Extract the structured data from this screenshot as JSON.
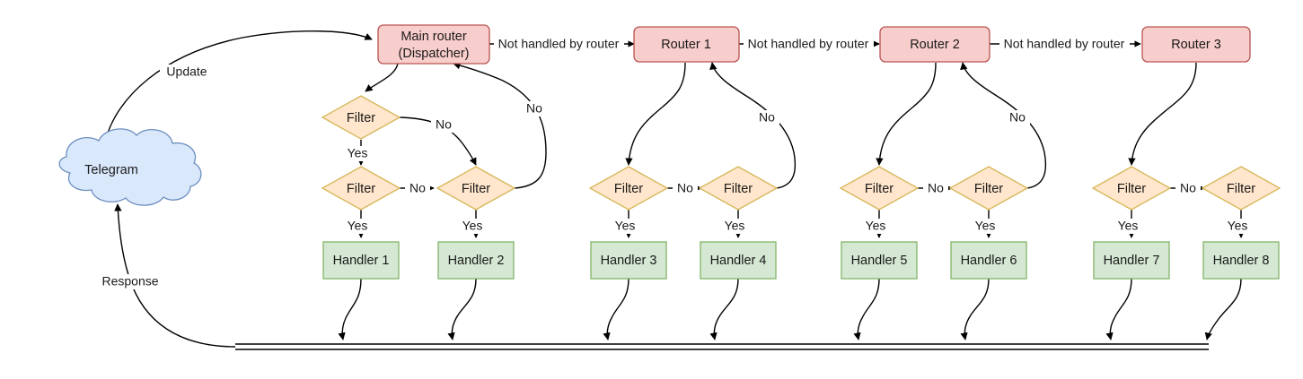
{
  "diagram": {
    "title": "Telegram bot update routing flow",
    "colors": {
      "router_fill": "#f8cecc",
      "router_stroke": "#b85450",
      "handler_fill": "#d5e8d4",
      "handler_stroke": "#82b366",
      "filter_fill": "#ffe6cc",
      "filter_stroke": "#d6b656",
      "cloud_fill": "#dae8fc",
      "cloud_stroke": "#6c8ebf",
      "edge_stroke": "#000000",
      "background": "#ffffff"
    },
    "source": {
      "label_line1": "Telegram",
      "label_line2": ""
    },
    "edge_labels": {
      "update": "Update",
      "response": "Response",
      "not_handled": "Not handled by router",
      "yes": "Yes",
      "no": "No"
    },
    "routers": [
      {
        "id": "main-router",
        "line1": "Main router",
        "line2": "(Dispatcher)"
      },
      {
        "id": "router-1",
        "line1": "Router 1",
        "line2": ""
      },
      {
        "id": "router-2",
        "line1": "Router 2",
        "line2": ""
      },
      {
        "id": "router-3",
        "line1": "Router 3",
        "line2": ""
      }
    ],
    "filters": [
      {
        "id": "filter-top-0",
        "label": "Filter"
      },
      {
        "id": "filter-0-a",
        "label": "Filter"
      },
      {
        "id": "filter-0-b",
        "label": "Filter"
      },
      {
        "id": "filter-1-a",
        "label": "Filter"
      },
      {
        "id": "filter-1-b",
        "label": "Filter"
      },
      {
        "id": "filter-2-a",
        "label": "Filter"
      },
      {
        "id": "filter-2-b",
        "label": "Filter"
      },
      {
        "id": "filter-3-a",
        "label": "Filter"
      },
      {
        "id": "filter-3-b",
        "label": "Filter"
      }
    ],
    "handlers": [
      {
        "id": "handler-1",
        "label": "Handler 1"
      },
      {
        "id": "handler-2",
        "label": "Handler 2"
      },
      {
        "id": "handler-3",
        "label": "Handler 3"
      },
      {
        "id": "handler-4",
        "label": "Handler 4"
      },
      {
        "id": "handler-5",
        "label": "Handler 5"
      },
      {
        "id": "handler-6",
        "label": "Handler 6"
      },
      {
        "id": "handler-7",
        "label": "Handler 7"
      },
      {
        "id": "handler-8",
        "label": "Handler 8"
      }
    ],
    "chain_labels": [
      "Not handled by router",
      "Not handled by router",
      "Not handled by router"
    ],
    "no_labels_group0": [
      "No",
      "No",
      "No"
    ],
    "no_labels_group1": [
      "No",
      "No"
    ],
    "no_labels_group2": [
      "No",
      "No"
    ],
    "no_labels_group3": [
      "No"
    ],
    "yes_labels": [
      "Yes",
      "Yes",
      "Yes",
      "Yes",
      "Yes",
      "Yes",
      "Yes",
      "Yes",
      "Yes"
    ]
  }
}
